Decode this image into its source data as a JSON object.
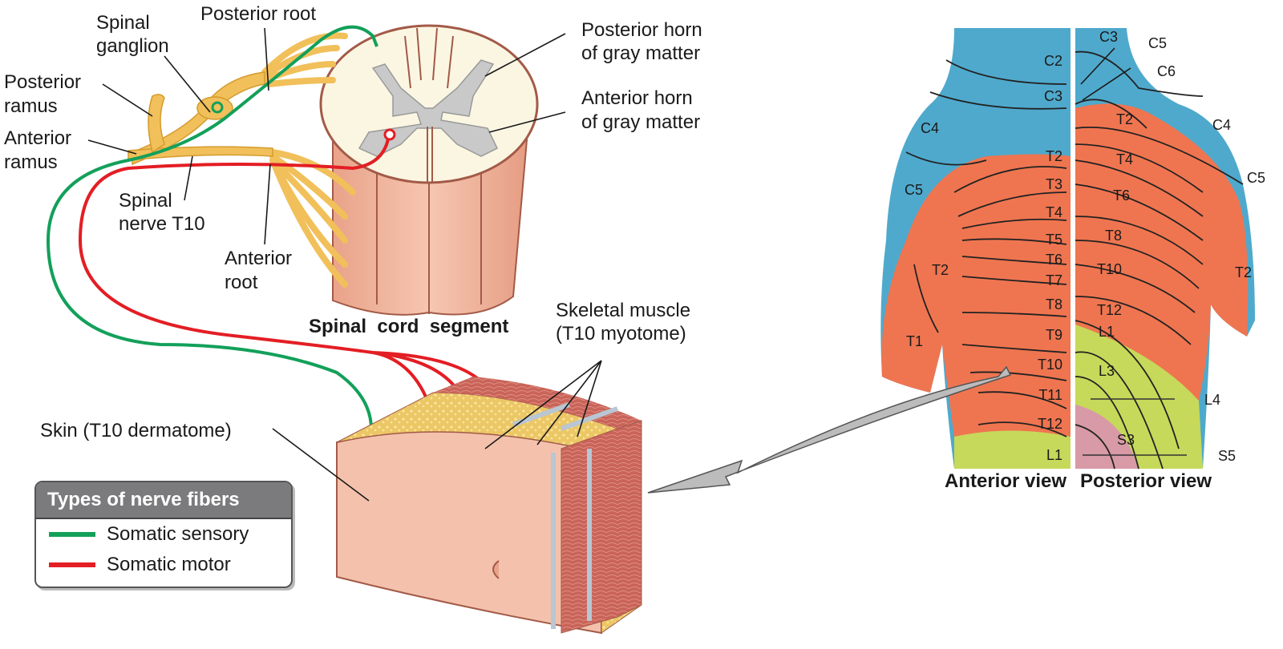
{
  "colors": {
    "sensory": "#13a05a",
    "motor": "#e31e24",
    "nerve": "#f1c05a",
    "cord_white": "#fbf6e2",
    "gray_matter": "#c9c9c9",
    "cord_outer": "#f0b49c",
    "cervical": "#4fa9cc",
    "thoracic": "#ef7550",
    "lumbar": "#c6d95a",
    "sacral": "#d79aa6",
    "legend_header": "#7b7b7d"
  },
  "labels": {
    "spinal_ganglion": [
      "Spinal",
      "ganglion"
    ],
    "posterior_root": "Posterior root",
    "posterior_ramus": [
      "Posterior",
      "ramus"
    ],
    "anterior_ramus": [
      "Anterior",
      "ramus"
    ],
    "spinal_nerve": [
      "Spinal",
      "nerve T10"
    ],
    "anterior_root": [
      "Anterior",
      "root"
    ],
    "posterior_horn": [
      "Posterior horn",
      "of gray matter"
    ],
    "anterior_horn": [
      "Anterior horn",
      "of gray matter"
    ],
    "spinal_cord_segment": "Spinal  cord  segment",
    "skeletal_muscle": [
      "Skeletal muscle",
      "(T10 myotome)"
    ],
    "skin": "Skin (T10 dermatome)"
  },
  "legend": {
    "title": "Types of nerve fibers",
    "items": [
      {
        "label": "Somatic sensory",
        "color": "#13a05a"
      },
      {
        "label": "Somatic motor",
        "color": "#e31e24"
      }
    ]
  },
  "dermatome_map": {
    "anterior_view_label": "Anterior view",
    "posterior_view_label": "Posterior view",
    "anterior_labels": [
      "C2",
      "C3",
      "C4",
      "C5",
      "T2",
      "T3",
      "T4",
      "T5",
      "T6",
      "T7",
      "T8",
      "T9",
      "T10",
      "T11",
      "T12",
      "L1",
      "T2",
      "T1"
    ],
    "posterior_labels": [
      "C3",
      "C5",
      "C6",
      "T2",
      "C4",
      "T4",
      "C5",
      "T6",
      "T8",
      "T10",
      "T12",
      "L1",
      "L3",
      "L4",
      "S3",
      "S5",
      "T2"
    ]
  }
}
